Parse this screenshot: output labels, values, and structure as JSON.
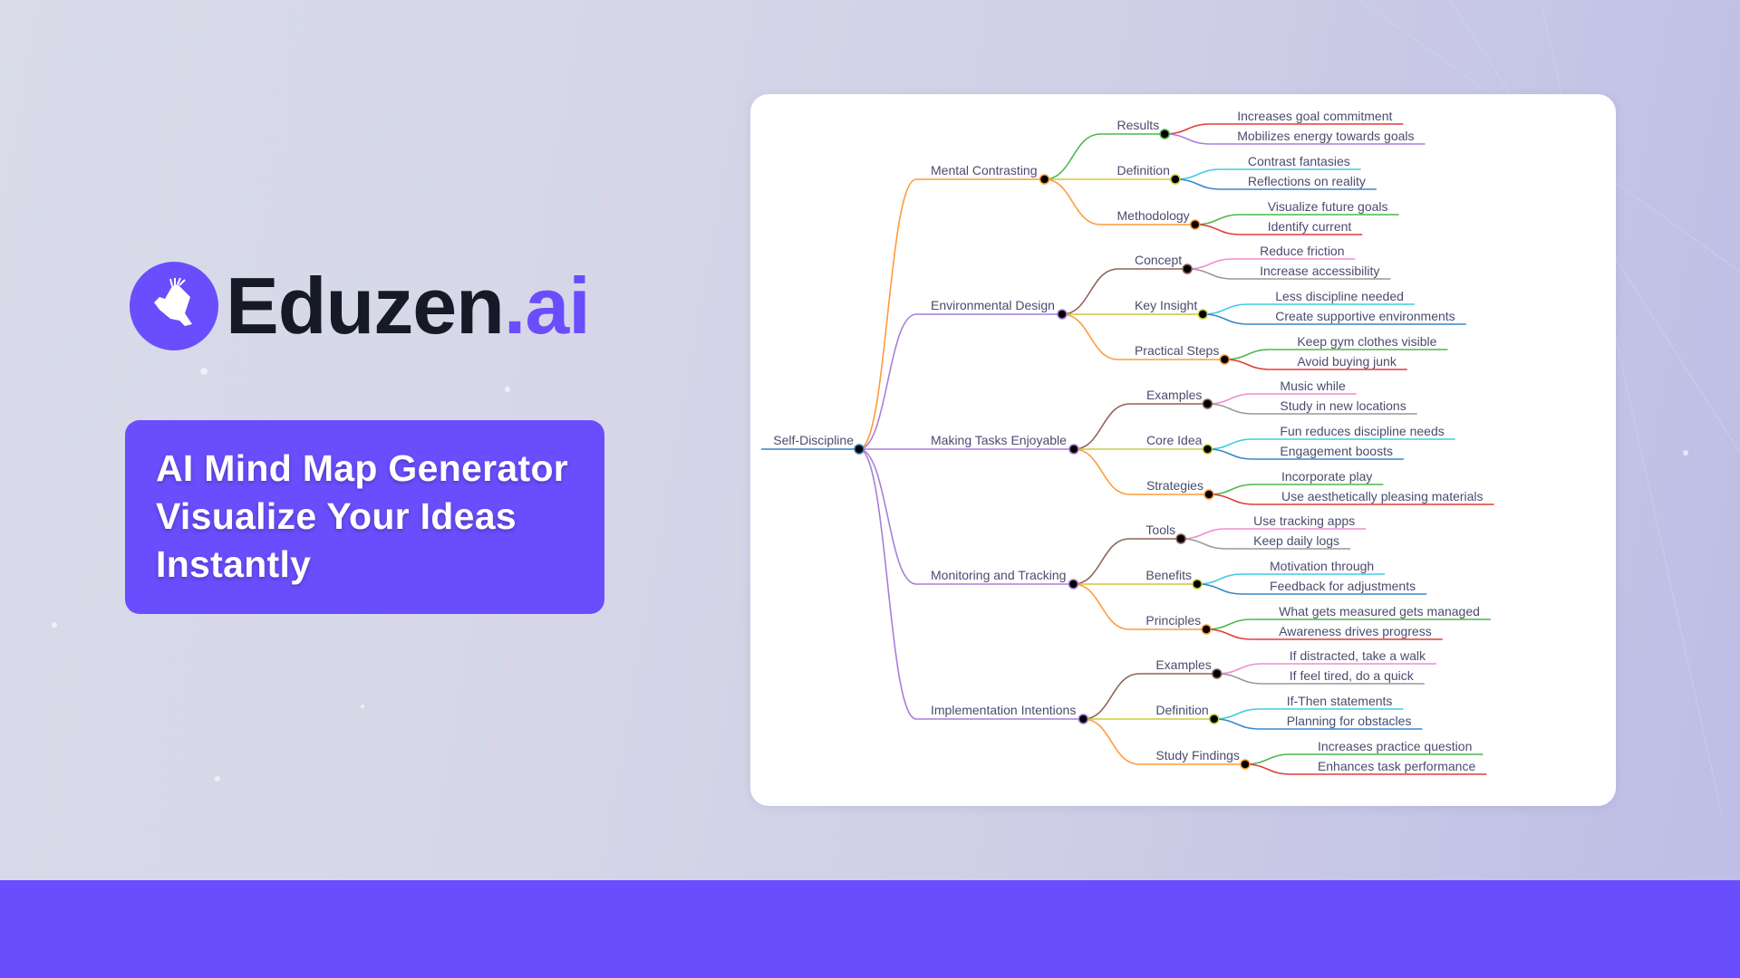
{
  "brand": {
    "name_main": "Eduzen",
    "name_suffix": ".ai"
  },
  "banner": {
    "lines": [
      "AI Mind Map Generator",
      "Visualize Your Ideas",
      "Instantly"
    ]
  },
  "colors": {
    "accent": "#6a4dfc",
    "logo_text": "#151a26",
    "node_text": "#4a4c6e"
  },
  "mindmap": {
    "root": "Self-Discipline",
    "branches": [
      {
        "label": "Mental Contrasting",
        "children": [
          {
            "label": "Results",
            "leaves": [
              "Increases goal commitment",
              "Mobilizes energy towards goals"
            ]
          },
          {
            "label": "Definition",
            "leaves": [
              "Contrast fantasies",
              "Reflections on reality"
            ]
          },
          {
            "label": "Methodology",
            "leaves": [
              "Visualize future goals",
              "Identify current"
            ]
          }
        ]
      },
      {
        "label": "Environmental Design",
        "children": [
          {
            "label": "Concept",
            "leaves": [
              "Reduce friction",
              "Increase accessibility"
            ]
          },
          {
            "label": "Key Insight",
            "leaves": [
              "Less discipline needed",
              "Create supportive environments"
            ]
          },
          {
            "label": "Practical Steps",
            "leaves": [
              "Keep gym clothes visible",
              "Avoid buying junk"
            ]
          }
        ]
      },
      {
        "label": "Making Tasks Enjoyable",
        "children": [
          {
            "label": "Examples",
            "leaves": [
              "Music while",
              "Study in new locations"
            ]
          },
          {
            "label": "Core Idea",
            "leaves": [
              "Fun reduces discipline needs",
              "Engagement boosts"
            ]
          },
          {
            "label": "Strategies",
            "leaves": [
              "Incorporate play",
              "Use aesthetically pleasing materials"
            ]
          }
        ]
      },
      {
        "label": "Monitoring and Tracking",
        "children": [
          {
            "label": "Tools",
            "leaves": [
              "Use tracking apps",
              "Keep daily logs"
            ]
          },
          {
            "label": "Benefits",
            "leaves": [
              "Motivation through",
              "Feedback for adjustments"
            ]
          },
          {
            "label": "Principles",
            "leaves": [
              "What gets measured gets managed",
              "Awareness drives progress"
            ]
          }
        ]
      },
      {
        "label": "Implementation Intentions",
        "children": [
          {
            "label": "Examples",
            "leaves": [
              "If distracted, take a walk",
              "If feel tired, do a quick"
            ]
          },
          {
            "label": "Definition",
            "leaves": [
              "If-Then statements",
              "Planning for obstacles"
            ]
          },
          {
            "label": "Study Findings",
            "leaves": [
              "Increases practice question",
              "Enhances task performance"
            ]
          }
        ]
      }
    ]
  }
}
